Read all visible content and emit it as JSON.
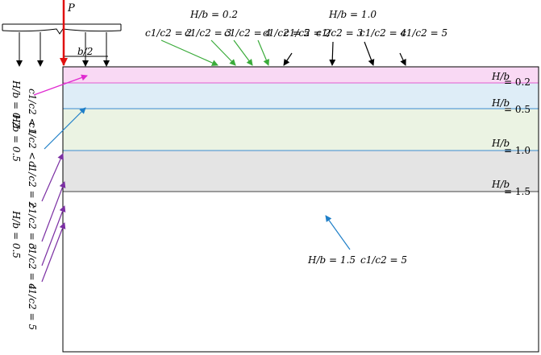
{
  "load": {
    "label": "P",
    "half_width": "b/2"
  },
  "layers": [
    {
      "id": "h02",
      "fill": "#f9d9f4",
      "boundary": "#e35ad0",
      "label_frac": "H/b",
      "label_eq": "= 0.2"
    },
    {
      "id": "h05",
      "fill": "#deedf7",
      "boundary": "#3b8bd0",
      "label_frac": "H/b",
      "label_eq": "= 0.5"
    },
    {
      "id": "h10",
      "fill": "#ebf3e3",
      "boundary": "#3b8bd0",
      "label_frac": "H/b",
      "label_eq": "= 1.0"
    },
    {
      "id": "h15",
      "fill": "#e4e4e4",
      "boundary": "#444444",
      "label_frac": "H/b",
      "label_eq": "= 1.5"
    }
  ],
  "top_groups": [
    {
      "id": "green",
      "color": "#3aab3a",
      "header": "H/b = 0.2",
      "ratios": [
        "c1/c2 = 2",
        "c1/c2 = 3",
        "c1/c2 = 4",
        "c1/c2 = 5"
      ]
    },
    {
      "id": "black",
      "color": "#000000",
      "header": "H/b = 1.0",
      "ratios": [
        "c1/c2 = 2",
        "c1/c2 = 3",
        "c1/c2 = 4",
        "c1/c2 = 5"
      ]
    }
  ],
  "left_labels": [
    {
      "id": "magenta",
      "color": "#e02ad0",
      "lines": [
        "c1/c2 < 1",
        "H/b = 0.2"
      ]
    },
    {
      "id": "blue",
      "color": "#1f7fc8",
      "lines": [
        "c1/c2 < 1",
        "H/b = 0.5"
      ]
    },
    {
      "id": "purple",
      "color": "#7b2fa3",
      "lines": [
        "c1/c2 = 2",
        "c1/c2 = 3",
        "c1/c2 = 4",
        "c1/c2 = 5",
        "H/b = 0.5"
      ]
    }
  ],
  "bottom_label": {
    "color": "#1f7fc8",
    "text1": "H/b = 1.5",
    "text2": "c1/c2 = 5"
  }
}
